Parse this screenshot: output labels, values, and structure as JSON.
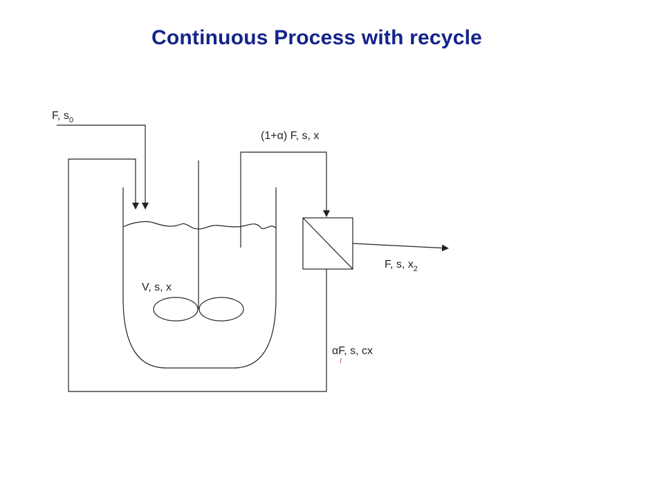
{
  "title": "Continuous Process with recycle",
  "labels": {
    "feed_main": "F, s",
    "feed_sub": "0",
    "recycle_stream": "(1+α) F, s, x",
    "reactor_contents": "V, s, x",
    "outlet_main": "F, s, x",
    "outlet_sub": "2",
    "return_stream": "αF, s, cx"
  },
  "colors": {
    "title": "#14238a",
    "lines": "#222222",
    "artifact": "#e05050"
  }
}
